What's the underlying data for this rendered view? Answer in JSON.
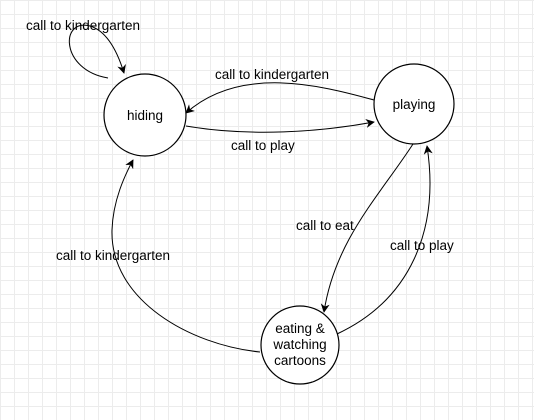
{
  "colors": {
    "background": "#ffffff",
    "grid": "#ececec",
    "stroke": "#000000",
    "text": "#000000"
  },
  "states": {
    "hiding": {
      "label": [
        "hiding"
      ]
    },
    "playing": {
      "label": [
        "playing"
      ]
    },
    "eating": {
      "label": [
        "eating &",
        "watching",
        "cartoons"
      ]
    }
  },
  "transitions": {
    "hiding_self": {
      "from": "hiding",
      "to": "hiding",
      "label": "call to kindergarten"
    },
    "playing_to_hiding": {
      "from": "playing",
      "to": "hiding",
      "label": "call to kindergarten"
    },
    "hiding_to_playing": {
      "from": "hiding",
      "to": "playing",
      "label": "call to play"
    },
    "playing_to_eating": {
      "from": "playing",
      "to": "eating",
      "label": "call to eat"
    },
    "eating_to_playing": {
      "from": "eating",
      "to": "playing",
      "label": "call to play"
    },
    "eating_to_hiding": {
      "from": "eating",
      "to": "hiding",
      "label": "call to kindergarten"
    }
  }
}
